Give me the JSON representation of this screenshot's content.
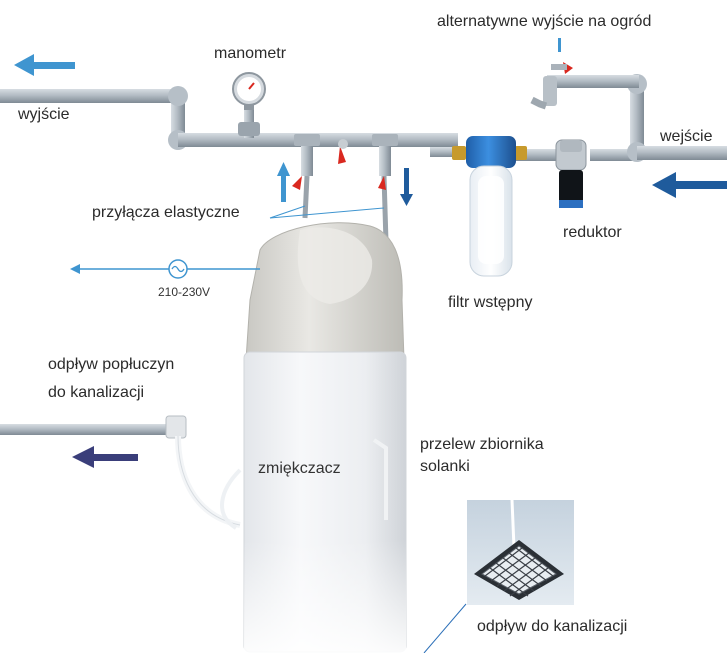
{
  "labels": {
    "manometer": "manometr",
    "garden_outlet": "alternatywne wyjście na ogród",
    "outlet": "wyjście",
    "inlet": "wejście",
    "flex_connections": "przyłącza elastyczne",
    "reducer": "reduktor",
    "voltage": "210-230V",
    "prefilter": "filtr wstępny",
    "backwash_drain_line1": "odpływ popłuczyn",
    "backwash_drain_line2": "do kanalizacji",
    "softener": "zmiękczacz",
    "brine_overflow_line1": "przelew zbiornika",
    "brine_overflow_line2": "solanki",
    "floor_drain": "odpływ do kanalizacji"
  },
  "colors": {
    "arrow_light_blue": "#3f95d0",
    "arrow_dark_blue": "#1f5b9c",
    "arrow_navy": "#3a3e7a",
    "pipe": "#a9b2ba",
    "valve_red": "#d9281f",
    "filter_blue": "#2a76c4"
  }
}
